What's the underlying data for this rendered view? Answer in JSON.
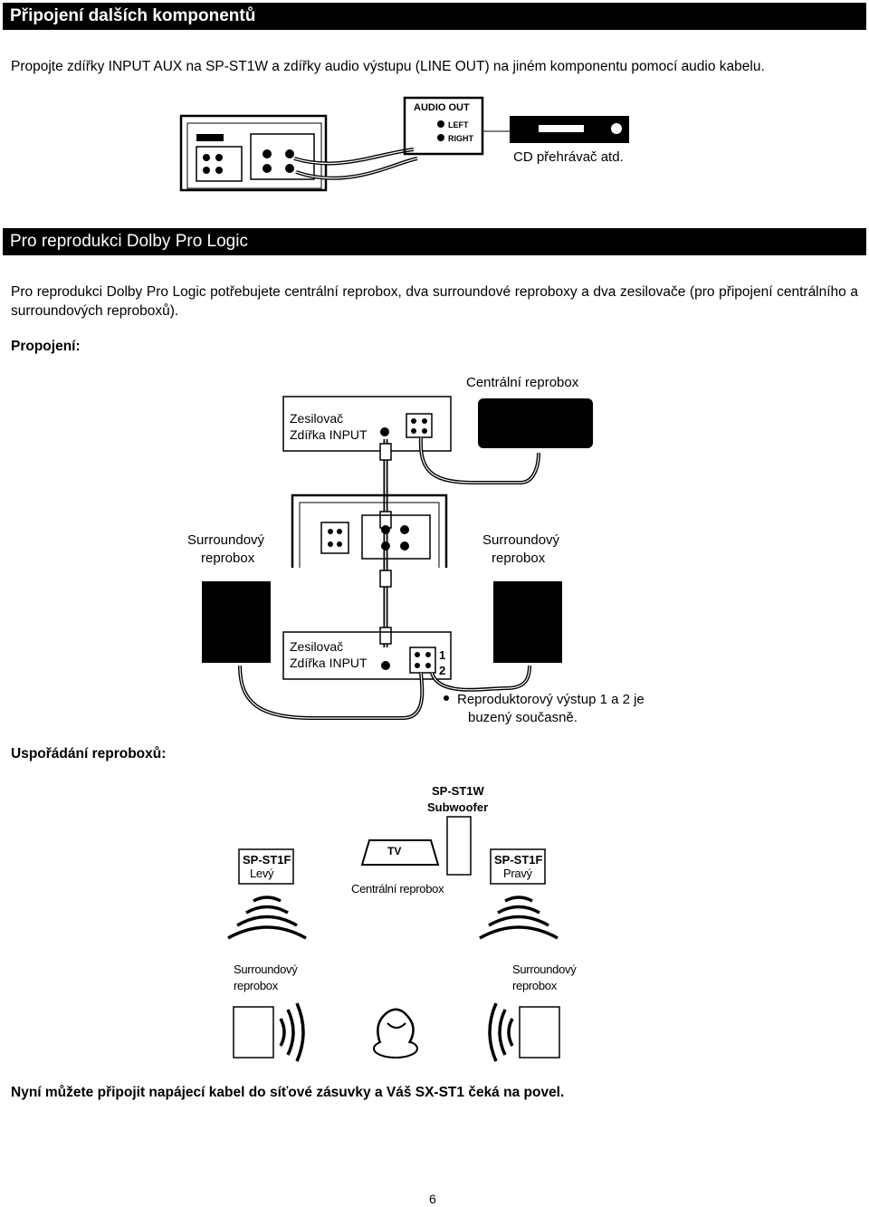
{
  "section1": {
    "title": "Připojení dalších komponentů",
    "intro": "Propojte zdířky INPUT AUX na SP-ST1W a zdířky audio výstupu (LINE OUT) na jiném komponentu pomocí audio kabelu."
  },
  "figure1": {
    "audio_out": "AUDIO OUT",
    "left": "LEFT",
    "right": "RIGHT",
    "cd_label": "CD přehrávač atd."
  },
  "section2": {
    "title": "Pro reprodukci Dolby Pro Logic",
    "intro": "Pro reprodukci Dolby Pro Logic potřebujete centrální reprobox, dva surroundové reproboxy a dva zesilovače (pro připojení centrálního a surroundových reproboxů).",
    "connection_heading": "Propojení:"
  },
  "figure2": {
    "center_speaker": "Centrální reprobox",
    "amp_line1": "Zesilovač",
    "amp_line2": "Zdířka INPUT",
    "surround_line1": "Surroundový",
    "surround_line2": "reprobox",
    "terminal_1": "1",
    "terminal_2": "2",
    "note_line1": "Reproduktorový výstup 1 a 2 je",
    "note_line2": "buzený současně."
  },
  "arrangement": {
    "heading": "Uspořádání reproboxů:",
    "subwoofer_model": "SP-ST1W",
    "subwoofer_label": "Subwoofer",
    "tv": "TV",
    "front_model": "SP-ST1F",
    "left": "Levý",
    "right": "Pravý",
    "center": "Centrální reprobox",
    "surround_line1": "Surroundový",
    "surround_line2": "reprobox"
  },
  "footer": {
    "closing": "Nyní můžete připojit napájecí kabel do síťové zásuvky a Váš SX-ST1 čeká na povel.",
    "page_number": "6"
  }
}
